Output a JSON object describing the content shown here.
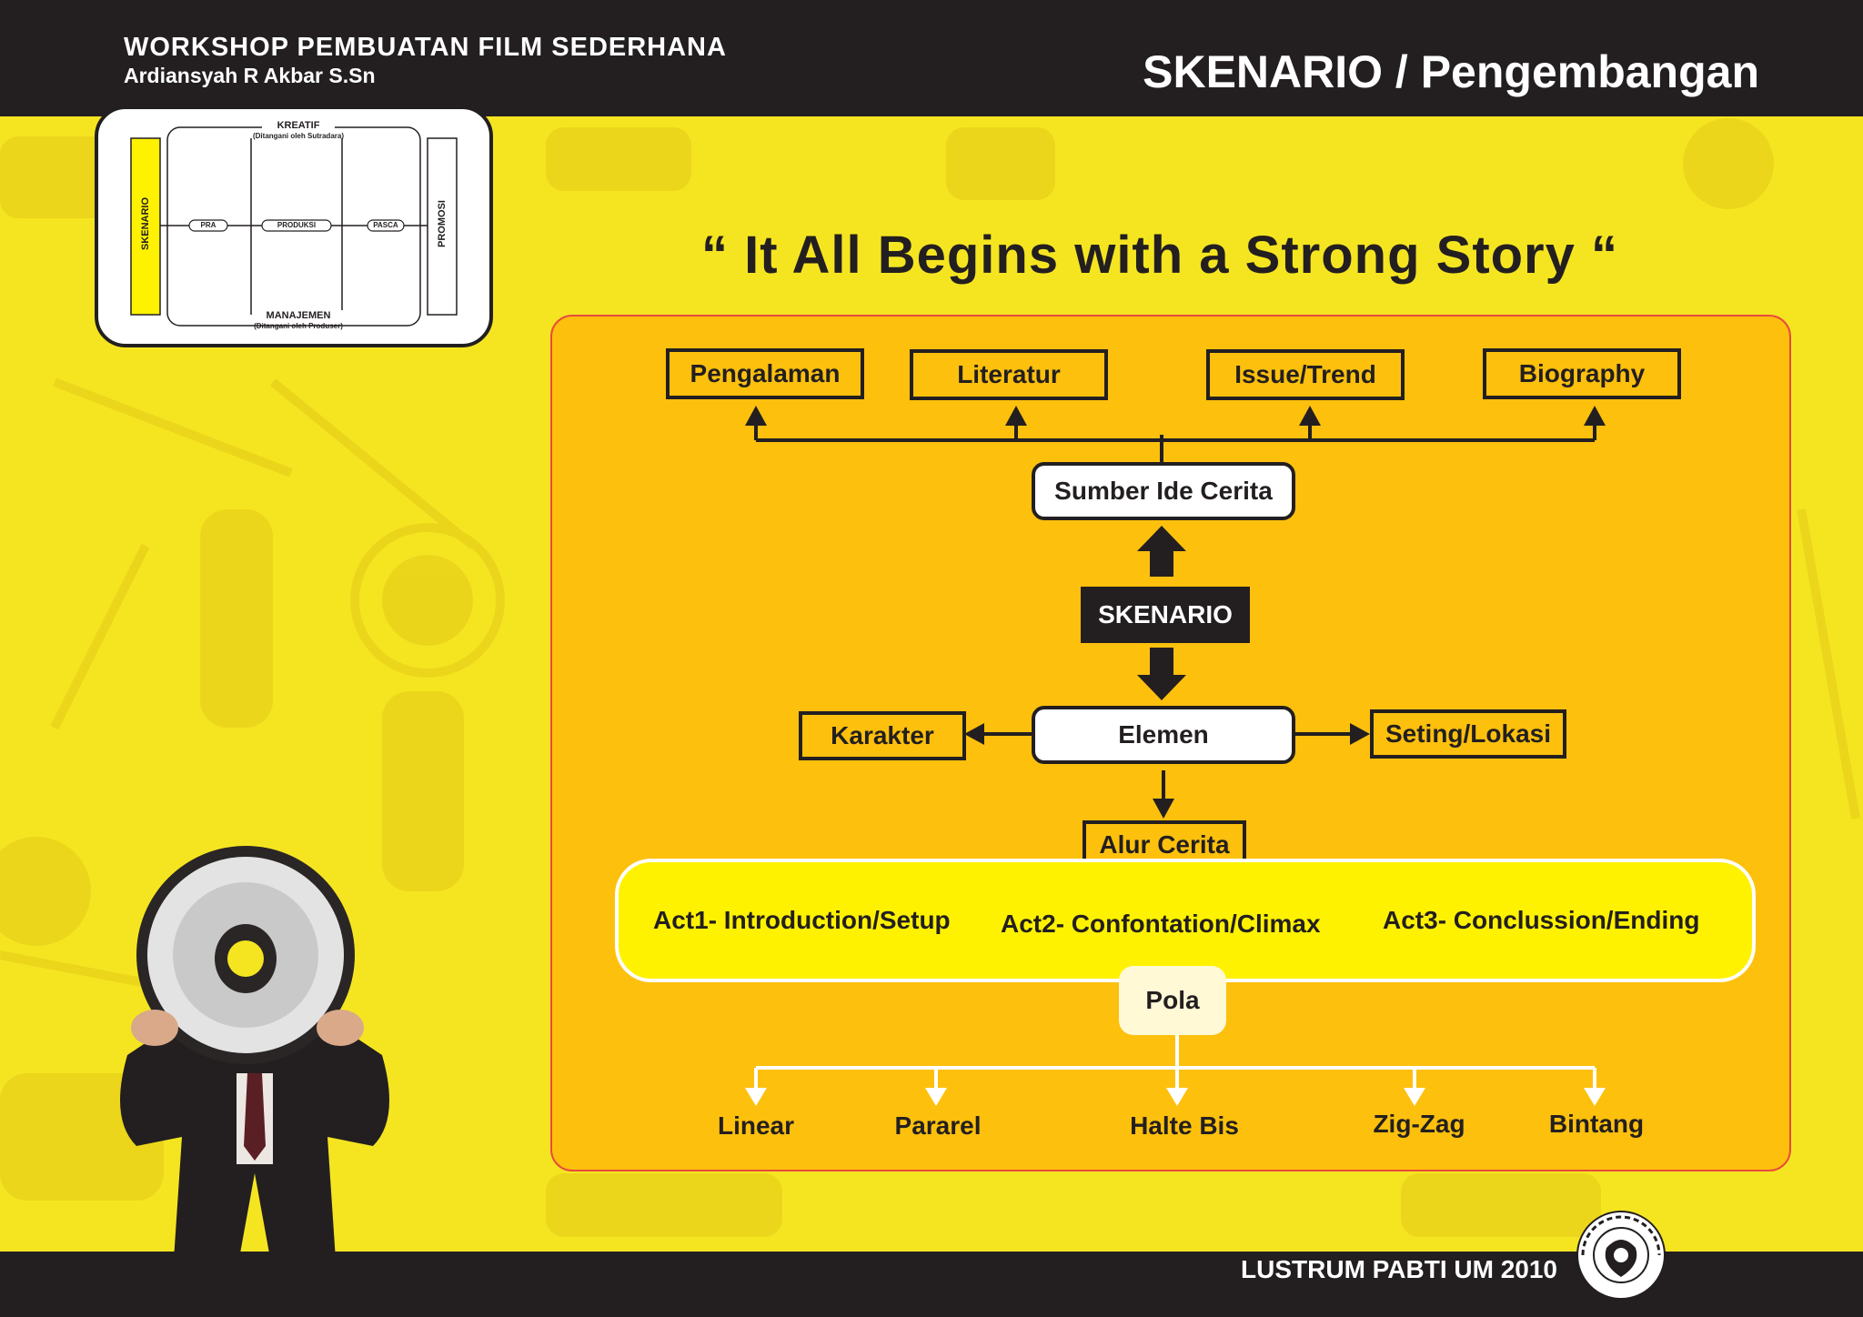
{
  "header": {
    "workshop_title": "WORKSHOP PEMBUATAN FILM SEDERHANA",
    "author": "Ardiansyah R Akbar S.Sn",
    "page_title": "SKENARIO / Pengembangan"
  },
  "headline": "“ It All Begins with a Strong Story “",
  "thumbnail": {
    "kreatif": "KREATIF",
    "kreatif_sub": "(Ditangani oleh Sutradara)",
    "manajemen": "MANAJEMEN",
    "manajemen_sub": "(Ditangani oleh Produser)",
    "skenario": "SKENARIO",
    "promosi": "PROMOSI",
    "pra": "PRA",
    "produksi": "PRODUKSI",
    "pasca": "PASCA"
  },
  "diagram": {
    "sources": [
      "Pengalaman",
      "Literatur",
      "Issue/Trend",
      "Biography"
    ],
    "sumber": "Sumber Ide Cerita",
    "skenario": "SKENARIO",
    "elemen": "Elemen",
    "karakter": "Karakter",
    "seting": "Seting/Lokasi",
    "alur": "Alur Cerita",
    "acts": [
      "Act1- Introduction/Setup",
      "Act2- Confontation/Climax",
      "Act3- Conclussion/Ending"
    ],
    "pola": "Pola",
    "patterns": [
      "Linear",
      "Pararel",
      "Halte Bis",
      "Zig-Zag",
      "Bintang"
    ]
  },
  "footer": {
    "text": "LUSTRUM PABTI UM 2010"
  },
  "colors": {
    "background": "#f5e521",
    "panel": "#fdc00d",
    "panel_border": "#e84b3c",
    "dark": "#231f20",
    "act_band": "#fff200",
    "chevron": "#e42320"
  }
}
